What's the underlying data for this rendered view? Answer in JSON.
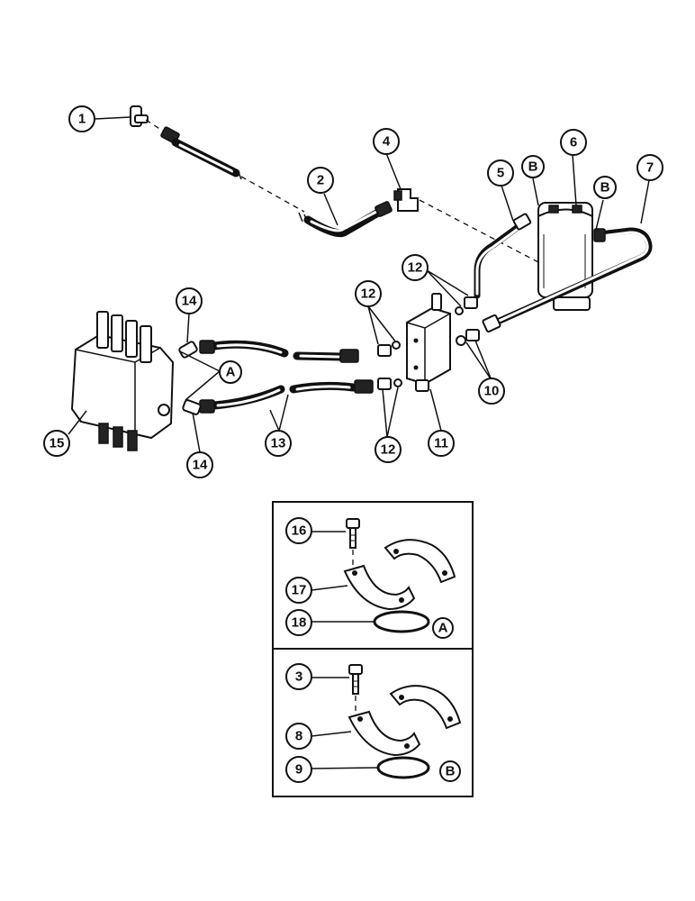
{
  "callouts": {
    "c1": "1",
    "c2": "2",
    "c3": "3",
    "c4": "4",
    "c5": "5",
    "c6": "6",
    "c7": "7",
    "c8": "8",
    "c9": "9",
    "c10": "10",
    "c11": "11",
    "c12a": "12",
    "c12b": "12",
    "c12c": "12",
    "c13": "13",
    "c14a": "14",
    "c14b": "14",
    "c15": "15",
    "c16": "16",
    "c17": "17",
    "c18": "18"
  },
  "detail_letters": {
    "b_top_left": "B",
    "b_top_right": "B",
    "a_valve": "A",
    "a_inset": "A",
    "b_inset": "B"
  }
}
